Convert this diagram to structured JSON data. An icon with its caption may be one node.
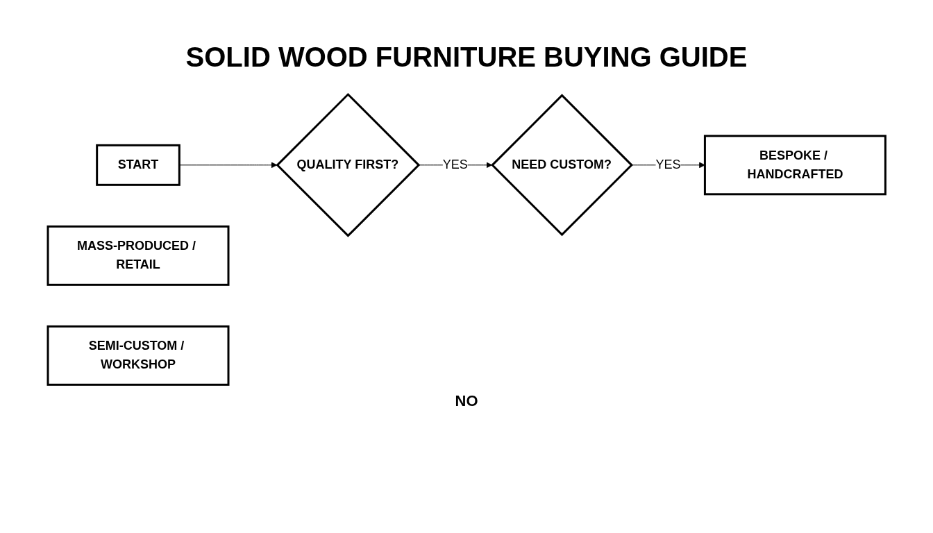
{
  "diagram": {
    "title": "SOLID WOOD FURNITURE BUYING GUIDE",
    "nodes": [
      {
        "text": [
          "START"
        ]
      },
      {
        "text": [
          "QUALITY FIRST?"
        ]
      },
      {
        "text": [
          "NEED CUSTOM?"
        ]
      },
      {
        "text": [
          "BESPOKE / HANDCRAFTED"
        ]
      },
      {
        "text": [
          "MASS-PRODUCED / RETAIL"
        ]
      },
      {
        "text": [
          "SEMI-CUSTOM / WORKSHOP"
        ]
      }
    ],
    "edges": [
      {
        "from": 0,
        "to": 1,
        "arrow": "to"
      },
      {
        "from": 1,
        "to": 2,
        "label": "YES",
        "arrow": "to"
      },
      {
        "from": 2,
        "to": 3,
        "label": "YES",
        "arrow": "to"
      }
    ],
    "labels": [
      "NO"
    ]
  }
}
